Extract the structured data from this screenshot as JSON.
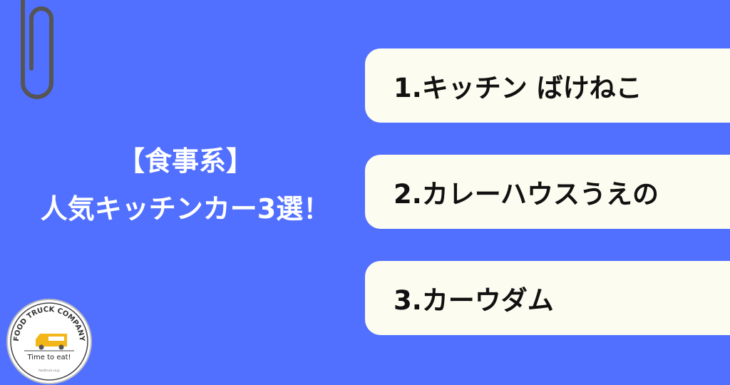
{
  "heading": {
    "line1": "【食事系】",
    "line2": "人気キッチンカー3選！"
  },
  "items": [
    {
      "label": "1.キッチン ばけねこ"
    },
    {
      "label": "2.カレーハウスうえの"
    },
    {
      "label": "3.カーウダム"
    }
  ],
  "logo": {
    "name": "FOOD TRUCK COMPANY",
    "tagline": "Time to eat!",
    "url": "foodtruck.co.jp"
  },
  "colors": {
    "background": "#5170ff",
    "card": "#fdfcf0",
    "truck": "#f2b619"
  }
}
